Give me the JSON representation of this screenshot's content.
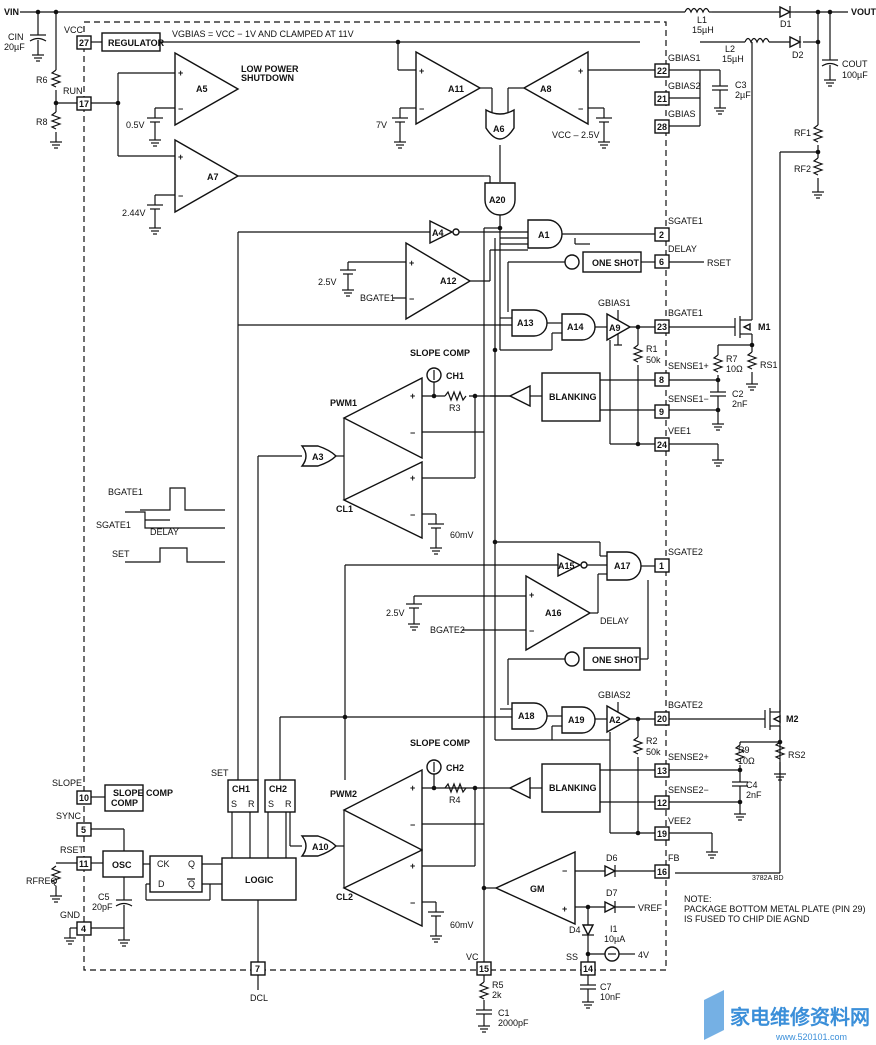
{
  "rails": {
    "vin": "VIN",
    "vout": "VOUT"
  },
  "pins": {
    "p27": "27",
    "p17": "17",
    "p22": "22",
    "p21": "21",
    "p28": "28",
    "p2": "2",
    "p6": "6",
    "p23": "23",
    "p8": "8",
    "p9": "9",
    "p24": "24",
    "p1": "1",
    "p20": "20",
    "p13": "13",
    "p12": "12",
    "p19": "19",
    "p16": "16",
    "p10": "10",
    "p5": "5",
    "p11": "11",
    "p4": "4",
    "p7": "7",
    "p15": "15",
    "p14": "14"
  },
  "pin_names": {
    "vcc": "VCC",
    "run": "RUN",
    "gbias1": "GBIAS1",
    "gbias2": "GBIAS2",
    "gbias": "GBIAS",
    "sgate1": "SGATE1",
    "delay1": "DELAY",
    "rset_out": "RSET",
    "bgate1": "BGATE1",
    "sense1p": "SENSE1+",
    "sense1m": "SENSE1−",
    "vee1": "VEE1",
    "sgate2": "SGATE2",
    "bgate2": "BGATE2",
    "sense2p": "SENSE2+",
    "sense2m": "SENSE2−",
    "vee2": "VEE2",
    "fb": "FB",
    "slope": "SLOPE",
    "sync": "SYNC",
    "rset": "RSET",
    "gnd": "GND",
    "dcl": "DCL",
    "vc": "VC",
    "ss": "SS"
  },
  "blocks": {
    "regulator": "REGULATOR",
    "one_shot1": "ONE SHOT",
    "one_shot2": "ONE SHOT",
    "blanking1": "BLANKING",
    "blanking2": "BLANKING",
    "slope_comp_box": "SLOPE COMP",
    "osc": "OSC",
    "logic": "LOGIC",
    "gm": "GM",
    "ch1_box": "CH1",
    "ch2_box": "CH2"
  },
  "gates": {
    "a1": "A1",
    "a2": "A2",
    "a3": "A3",
    "a4": "A4",
    "a5": "A5",
    "a6": "A6",
    "a7": "A7",
    "a8": "A8",
    "a9": "A9",
    "a10": "A10",
    "a11": "A11",
    "a12": "A12",
    "a13": "A13",
    "a14": "A14",
    "a15": "A15",
    "a16": "A16",
    "a17": "A17",
    "a18": "A18",
    "a19": "A19",
    "a20": "A20",
    "pwm1": "PWM1",
    "pwm2": "PWM2",
    "cl1": "CL1",
    "cl2": "CL2"
  },
  "labels": {
    "vgbias_note": "VGBIAS = VCC − 1V AND CLAMPED AT 11V",
    "low_power": "LOW POWER",
    "shutdown": "SHUTDOWN",
    "v05": "0.5V",
    "v244": "2.44V",
    "v7": "7V",
    "vcc_minus": "VCC – 2.5V",
    "v25a": "2.5V",
    "v25b": "2.5V",
    "bgate1_in": "BGATE1",
    "bgate2_in": "BGATE2",
    "slope_comp1": "SLOPE COMP",
    "slope_comp2": "SLOPE COMP",
    "ch1": "CH1",
    "ch2": "CH2",
    "mv60a": "60mV",
    "mv60b": "60mV",
    "set": "SET",
    "s": "S",
    "r": "R",
    "ck": "CK",
    "q": "Q",
    "d": "D",
    "qb": "Q",
    "delay_a": "DELAY",
    "delay_b": "DELAY",
    "timing_bgate1": "BGATE1",
    "timing_sgate1": "SGATE1",
    "timing_delay": "DELAY",
    "timing_set": "SET",
    "vref": "VREF",
    "four_v": "4V",
    "note1": "NOTE:",
    "note2": "PACKAGE BOTTOM METAL PLATE (PIN 29)",
    "note3": "IS FUSED TO CHIP DIE AGND",
    "code": "3782A BD"
  },
  "components": {
    "cin": "CIN",
    "cin_v": "20µF",
    "r6": "R6",
    "r8": "R8",
    "l1": "L1",
    "l1_v": "15µH",
    "l2": "L2",
    "l2_v": "15µH",
    "d1": "D1",
    "d2": "D2",
    "cout": "COUT",
    "cout_v": "100µF",
    "c3": "C3",
    "c3_v": "2µF",
    "rf1": "RF1",
    "rf2": "RF2",
    "m1": "M1",
    "m2": "M2",
    "rs1": "RS1",
    "rs2": "RS2",
    "r1": "R1",
    "r1_v": "50k",
    "r2": "R2",
    "r2_v": "50k",
    "r3": "R3",
    "r4": "R4",
    "r7": "R7",
    "r7_v": "10Ω",
    "r9": "R9",
    "r9_v": "10Ω",
    "c2": "C2",
    "c2_v": "2nF",
    "c4": "C4",
    "c4_v": "2nF",
    "d6": "D6",
    "d7": "D7",
    "d4": "D4",
    "i1": "I1",
    "i1_v": "10µA",
    "rfreq": "RFREQ",
    "c5": "C5",
    "c5_v": "20pF",
    "r5": "R5",
    "r5_v": "2k",
    "c1": "C1",
    "c1_v": "2000pF",
    "c7": "C7",
    "c7_v": "10nF"
  },
  "watermark": {
    "cn": "家电维修资料网",
    "url": "www.520101.com"
  },
  "colors": {
    "line": "#111111",
    "watermark": "#3b8fd9"
  }
}
